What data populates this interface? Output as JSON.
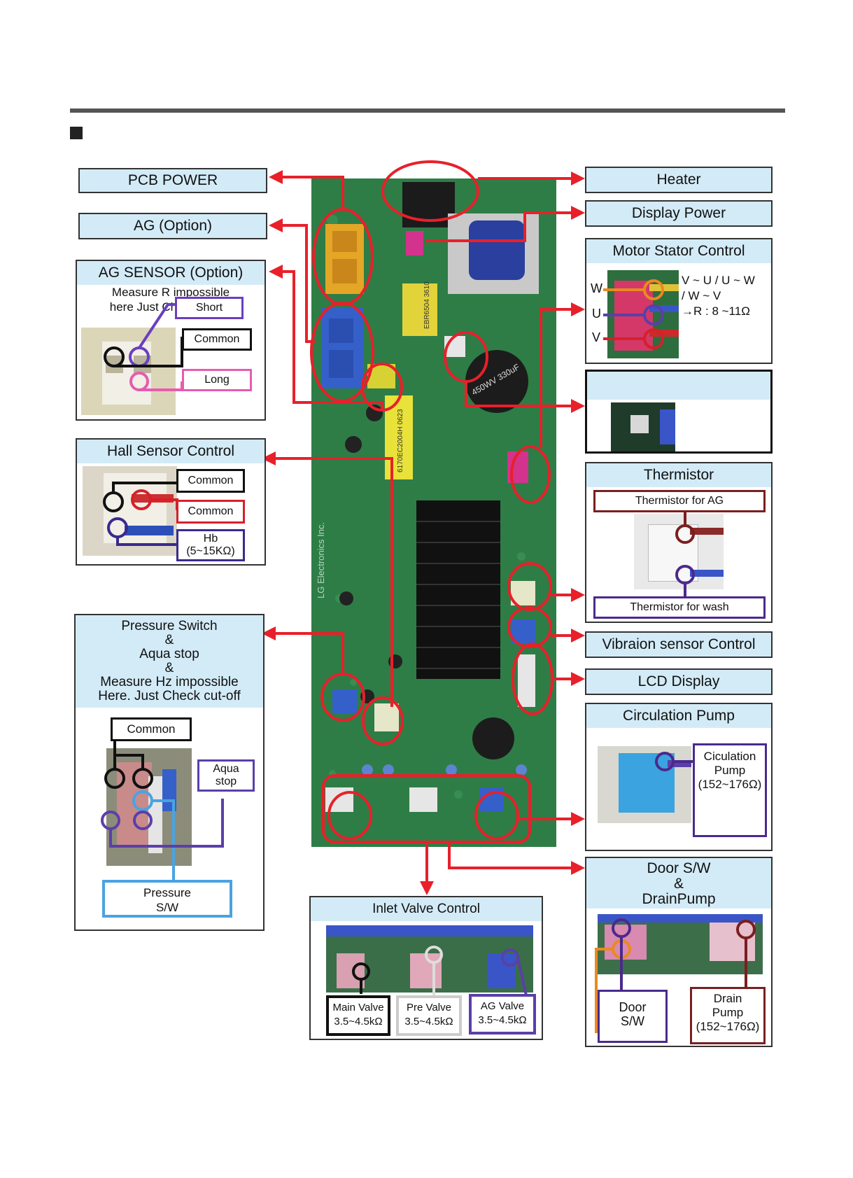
{
  "labels": {
    "pcb_power": "PCB POWER",
    "ag_option": "AG (Option)",
    "ag_sensor": {
      "title": "AG SENSOR (Option)",
      "note_line1": "Measure R impossible",
      "note_line2": "here Just Check cut-off",
      "short": "Short",
      "common": "Common",
      "long": "Long"
    },
    "hall_sensor": {
      "title": "Hall Sensor Control",
      "common1": "Common",
      "common2": "Common",
      "hb_line1": "Hb",
      "hb_line2": "(5~15KΩ)"
    },
    "pressure": {
      "line1": "Pressure Switch",
      "line2": "&",
      "line3": "Aqua stop",
      "line4": "&",
      "line5": "Measure Hz impossible",
      "line6": "Here. Just Check cut-off",
      "common": "Common",
      "aqua_line1": "Aqua",
      "aqua_line2": "stop",
      "psw_line1": "Pressure",
      "psw_line2": "S/W"
    },
    "heater": "Heater",
    "display_power": "Display Power",
    "motor": {
      "title": "Motor Stator Control",
      "w": "W",
      "u": "U",
      "v": "V",
      "formula_line1": "V ~ U / U ~ W",
      "formula_line2": "/ W ~ V",
      "formula_line3": "→R : 8 ~11Ω"
    },
    "thermistor": {
      "title": "Thermistor",
      "ag": "Thermistor for AG",
      "wash": "Thermistor for wash"
    },
    "vibration": "Vibraion sensor Control",
    "lcd": "LCD Display",
    "circulation": {
      "title": "Circulation Pump",
      "line1": "Ciculation",
      "line2": "Pump",
      "line3": "(152~176Ω)"
    },
    "door": {
      "title_line1": "Door S/W",
      "title_line2": "&",
      "title_line3": "DrainPump",
      "door_line1": "Door",
      "door_line2": "S/W",
      "drain_line1": "Drain",
      "drain_line2": "Pump",
      "drain_line3": "(152~176Ω)"
    },
    "inlet": {
      "title": "Inlet Valve Control",
      "main_line1": "Main Valve",
      "main_line2": "3.5~4.5kΩ",
      "pre_line1": "Pre Valve",
      "pre_line2": "3.5~4.5kΩ",
      "ag_line1": "AG Valve",
      "ag_line2": "3.5~4.5kΩ"
    }
  },
  "board_text": {
    "brand": "LG Electronics Inc.",
    "cap": "450WV 330uF",
    "relay1": "EBR6504 3610",
    "relay2": "6170EC2004H 0623"
  },
  "colors": {
    "arrow": "#e8202a",
    "header_bg": "#d3ebf7",
    "pcb": "#2e7d46",
    "purple": "#4a2a8c",
    "pink": "#e65cae",
    "brown": "#7a1f1f",
    "blue_tag": "#4aa3e0",
    "orange": "#e98a1f"
  }
}
